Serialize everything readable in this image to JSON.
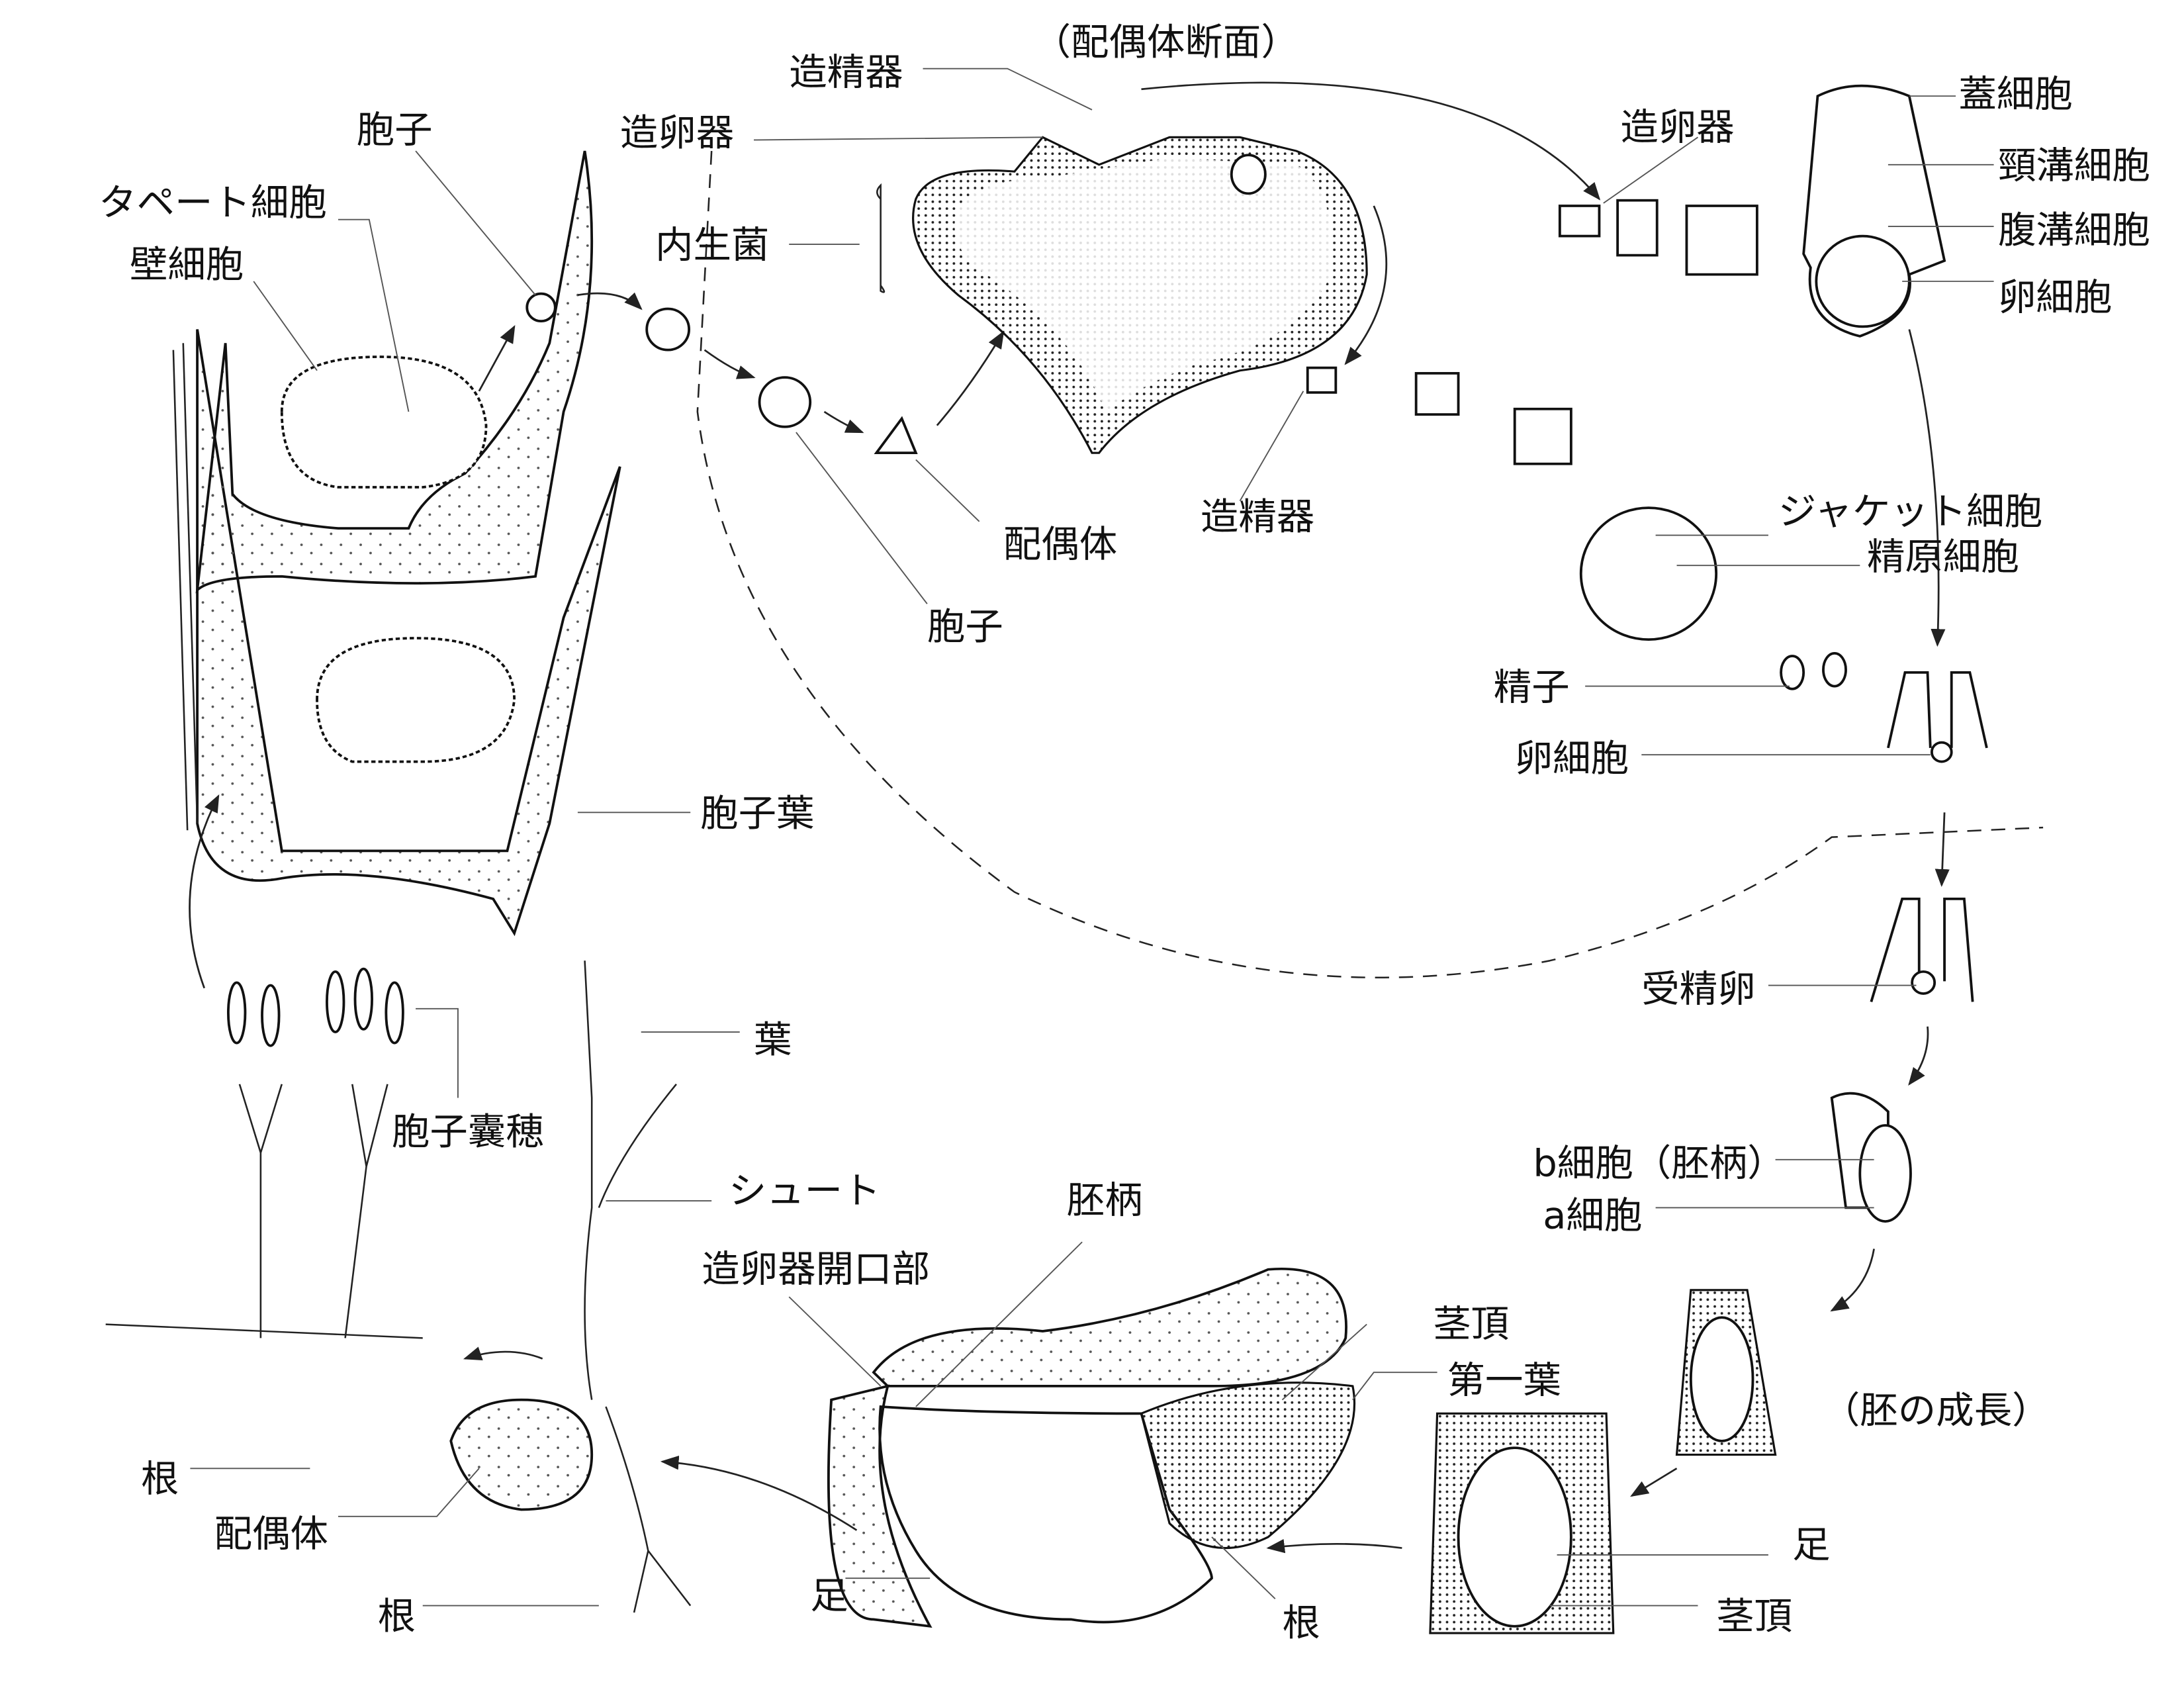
{
  "labels": {
    "gametophyte_section": "（配偶体断面）",
    "antheridium_top": "造精器",
    "archegonium_top": "造卵器",
    "spore_top": "胞子",
    "tapetum_cell": "タペート細胞",
    "wall_cell": "壁細胞",
    "endophytic_fungus": "内生菌",
    "archegonium_right": "造卵器",
    "cover_cell": "蓋細胞",
    "neck_canal_cell": "頸溝細胞",
    "ventral_canal_cell": "腹溝細胞",
    "egg_cell_top": "卵細胞",
    "antheridium_mid": "造精器",
    "gametophyte_mid": "配偶体",
    "spore_mid": "胞子",
    "jacket_cell": "ジャケット細胞",
    "spermatogenous_cell": "精原細胞",
    "sperm": "精子",
    "egg_cell_mid": "卵細胞",
    "sporophyll": "胞子葉",
    "zygote": "受精卵",
    "leaf": "葉",
    "strobilus": "胞子囊穂",
    "b_cell": "b細胞（胚柄）",
    "a_cell": "a細胞",
    "shoot": "シュート",
    "suspensor": "胚柄",
    "archegonium_opening": "造卵器開口部",
    "shoot_apex_bottom": "茎頂",
    "first_leaf": "第一葉",
    "embryo_growth": "（胚の成長）",
    "root_left": "根",
    "gametophyte_bottom": "配偶体",
    "foot_right": "足",
    "foot_mid": "足",
    "root_bottom_left": "根",
    "root_mid": "根",
    "shoot_apex_right": "茎頂"
  }
}
